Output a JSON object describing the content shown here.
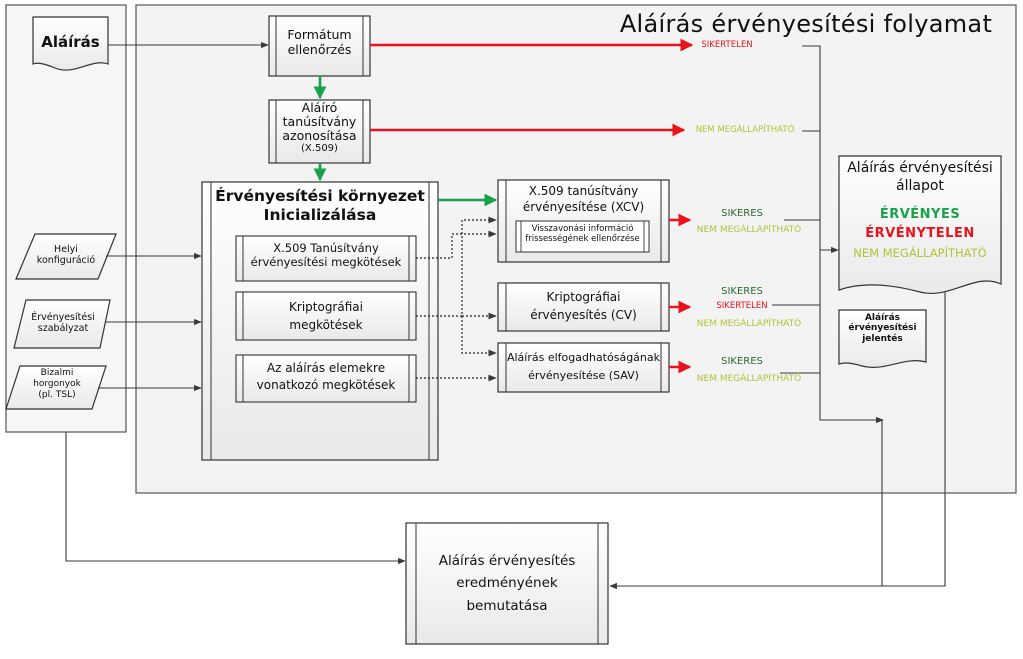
{
  "title": "Aláírás érvényesítési folyamat",
  "input_doc": "Aláírás",
  "inputs": {
    "helyi": [
      "Helyi",
      "konfiguráció"
    ],
    "szabalyzat": [
      "Érvényesítési",
      "szabályzat"
    ],
    "bizalmi": [
      "Bizalmi",
      "horgonyok",
      "(pl. TSL)"
    ]
  },
  "steps": {
    "format": [
      "Formátum",
      "ellenőrzés"
    ],
    "alairo": [
      "Aláíró",
      "tanúsítvány",
      "azonosítása",
      "(X.509)"
    ],
    "env_title": [
      "Érvényesítési környezet",
      "Inicializálása"
    ],
    "x509_constraints": [
      "X.509 Tanúsítvány",
      "érvényesítési megkötések"
    ],
    "crypto_constraints": [
      "Kriptográfiai",
      "megkötések"
    ],
    "sig_constraints": [
      "Az aláírás elemekre",
      "vonatkozó megkötések"
    ],
    "xcv": [
      "X.509 tanúsítvány",
      "érvényesítése (XCV)"
    ],
    "revocation": [
      "Visszavonási információ",
      "frissességének ellenőrzése"
    ],
    "cv": [
      "Kriptográfiai",
      "érvényesítés (CV)"
    ],
    "sav": [
      "Aláírás elfogadhatóságának",
      "érvényesítése (SAV)"
    ],
    "presentation": [
      "Aláírás érvényesítés",
      "eredményének",
      "bemutatása"
    ]
  },
  "outcomes": {
    "format_fail": "SIKERTELEN",
    "alairo_indet": "NEM MEGÁLLAPÍTHATÓ",
    "xcv_pass": "SIKERES",
    "xcv_indet": "NEM MEGÁLLAPÍTHATÓ",
    "cv_pass": "SIKERES",
    "cv_fail": "SIKERTELEN",
    "cv_indet": "NEM MEGÁLLAPÍTHATÓ",
    "sav_pass": "SIKERES",
    "sav_indet": "NEM MEGÁLLAPÍTHATÓ"
  },
  "status": {
    "heading": [
      "Aláírás érvényesítési",
      "állapot"
    ],
    "valid": "ÉRVÉNYES",
    "invalid": "ÉRVÉNYTELEN",
    "indeterminate": "NEM MEGÁLLAPÍTHATÓ"
  },
  "report": [
    "Aláírás",
    "érvényesítési",
    "jelentés"
  ],
  "colors": {
    "red": "#e8131c",
    "green": "#1aa24a",
    "olive": "#b3c23a",
    "dark_green": "#2e6b2e",
    "box": "#f4f4f4",
    "line": "#3a3a3a"
  }
}
